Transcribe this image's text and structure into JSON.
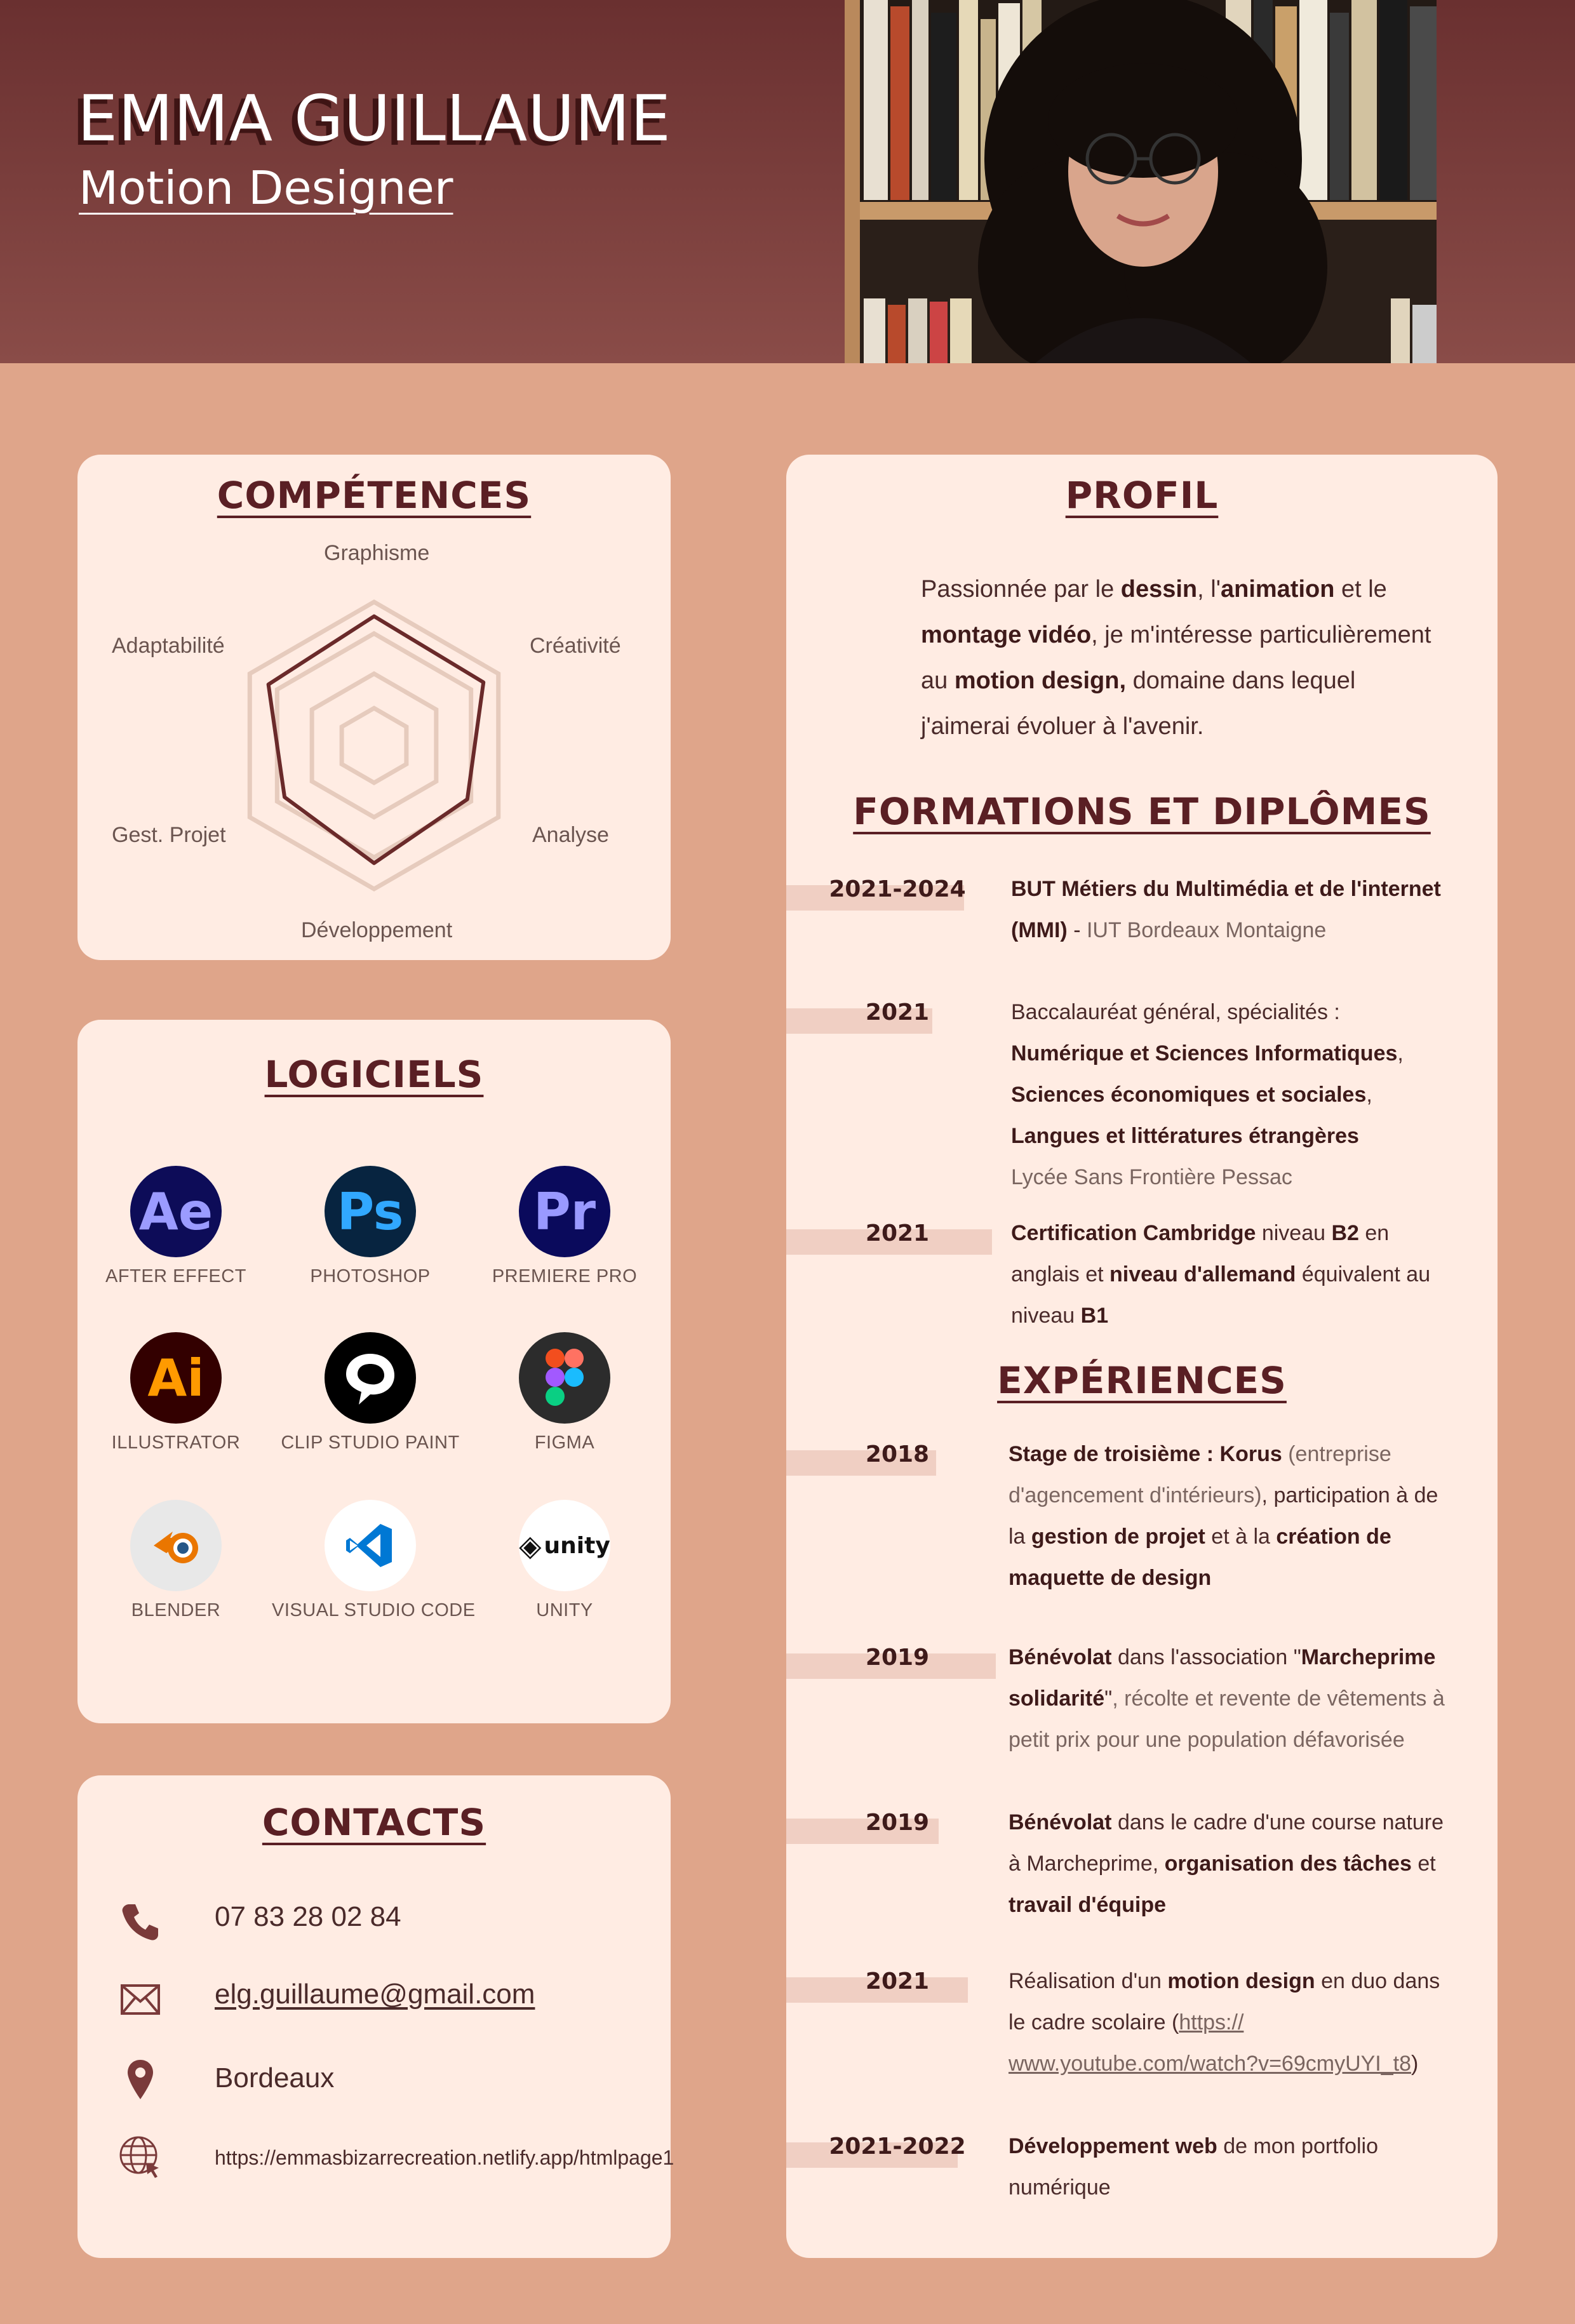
{
  "header": {
    "name": "EMMA GUILLAUME",
    "role": "Motion Designer"
  },
  "competences": {
    "title": "COMPÉTENCES",
    "axes": [
      "Graphisme",
      "Créativité",
      "Analyse",
      "Développement",
      "Gest. Projet",
      "Adaptabilité"
    ],
    "levels": [
      0.9,
      0.88,
      0.75,
      0.82,
      0.72,
      0.85
    ]
  },
  "logiciels": {
    "title": "LOGICIELS",
    "items": [
      {
        "label": "AFTER EFFECT",
        "abbr": "Ae",
        "icon": "after-effects-icon"
      },
      {
        "label": "PHOTOSHOP",
        "abbr": "Ps",
        "icon": "photoshop-icon"
      },
      {
        "label": "PREMIERE PRO",
        "abbr": "Pr",
        "icon": "premiere-pro-icon"
      },
      {
        "label": "ILLUSTRATOR",
        "abbr": "Ai",
        "icon": "illustrator-icon"
      },
      {
        "label": "CLIP STUDIO PAINT",
        "abbr": "",
        "icon": "clip-studio-paint-icon"
      },
      {
        "label": "FIGMA",
        "abbr": "",
        "icon": "figma-icon"
      },
      {
        "label": "BLENDER",
        "abbr": "",
        "icon": "blender-icon"
      },
      {
        "label": "VISUAL STUDIO CODE",
        "abbr": "",
        "icon": "vscode-icon"
      },
      {
        "label": "UNITY",
        "abbr": "unity",
        "icon": "unity-icon"
      }
    ]
  },
  "contacts": {
    "title": "CONTACTS",
    "phone": "07 83 28 02 84",
    "email": "elg.guillaume@gmail.com",
    "city": "Bordeaux",
    "website": "https://emmasbizarrecreation.netlify.app/htmlpage1"
  },
  "profil": {
    "title": "PROFIL",
    "text": [
      {
        "t": "Passionnée par le ",
        "b": false
      },
      {
        "t": "dessin",
        "b": true
      },
      {
        "t": ", l'",
        "b": false
      },
      {
        "t": "animation",
        "b": true
      },
      {
        "t": " et le ",
        "b": false
      },
      {
        "t": "montage vidéo",
        "b": true
      },
      {
        "t": ", je m'intéresse particulièrement au ",
        "b": false
      },
      {
        "t": "motion design,",
        "b": true
      },
      {
        "t": " domaine dans lequel j'aimerai évoluer à l'avenir.",
        "b": false
      }
    ]
  },
  "formations": {
    "title": "FORMATIONS ET DIPLÔMES",
    "items": [
      {
        "year": "2021-2024",
        "parts": [
          {
            "t": "BUT Métiers du Multimédia et de l'internet (MMI)",
            "s": "b"
          },
          {
            "t": " - ",
            "s": "n"
          },
          {
            "t": "IUT Bordeaux Montaigne",
            "s": "l"
          }
        ]
      },
      {
        "year": "2021",
        "parts": [
          {
            "t": "Baccalauréat général, spécialités :",
            "s": "n",
            "br": true
          },
          {
            "t": "Numérique et Sciences Informatiques",
            "s": "b"
          },
          {
            "t": ",",
            "s": "n",
            "br": true
          },
          {
            "t": "Sciences économiques et sociales",
            "s": "b"
          },
          {
            "t": ",",
            "s": "n",
            "br": true
          },
          {
            "t": "Langues et littératures étrangères",
            "s": "b",
            "br": true
          },
          {
            "t": "Lycée Sans Frontière Pessac",
            "s": "l"
          }
        ]
      },
      {
        "year": "2021",
        "parts": [
          {
            "t": "Certification Cambridge",
            "s": "b"
          },
          {
            "t": " niveau ",
            "s": "n"
          },
          {
            "t": "B2",
            "s": "b"
          },
          {
            "t": " en anglais et ",
            "s": "n"
          },
          {
            "t": "niveau d'allemand",
            "s": "b"
          },
          {
            "t": " équivalent au niveau ",
            "s": "n"
          },
          {
            "t": "B1",
            "s": "b"
          }
        ]
      }
    ]
  },
  "experiences": {
    "title": "EXPÉRIENCES",
    "items": [
      {
        "year": "2018",
        "parts": [
          {
            "t": "Stage de troisième : Korus",
            "s": "b"
          },
          {
            "t": " (entreprise d'agencement d'intérieurs)",
            "s": "l"
          },
          {
            "t": ", participation à de la ",
            "s": "n"
          },
          {
            "t": "gestion de projet",
            "s": "b"
          },
          {
            "t": " et à la ",
            "s": "n"
          },
          {
            "t": "création de maquette de design",
            "s": "b"
          }
        ]
      },
      {
        "year": "2019",
        "parts": [
          {
            "t": "Bénévolat",
            "s": "b"
          },
          {
            "t": " dans l'association \"",
            "s": "n"
          },
          {
            "t": "Marcheprime solidarité",
            "s": "b"
          },
          {
            "t": "\"",
            "s": "n"
          },
          {
            "t": ", récolte et revente de vêtements à petit prix pour une population défavorisée",
            "s": "l"
          }
        ]
      },
      {
        "year": "2019",
        "parts": [
          {
            "t": "Bénévolat",
            "s": "b"
          },
          {
            "t": "  dans le cadre d'une course nature à Marcheprime, ",
            "s": "n"
          },
          {
            "t": "organisation des tâches",
            "s": "b"
          },
          {
            "t": " et ",
            "s": "n"
          },
          {
            "t": "travail d'équipe",
            "s": "b"
          }
        ]
      },
      {
        "year": "2021",
        "parts": [
          {
            "t": "Réalisation d'un ",
            "s": "n"
          },
          {
            "t": "motion design",
            "s": "b"
          },
          {
            "t": " en duo dans le cadre scolaire (",
            "s": "n"
          },
          {
            "t": "https:// www.youtube.com/watch?v=69cmyUYI_t8",
            "s": "u"
          },
          {
            "t": ")",
            "s": "n"
          }
        ]
      },
      {
        "year": "2021-2022",
        "parts": [
          {
            "t": "Développement web",
            "s": "b"
          },
          {
            "t": " de mon portfolio numérique",
            "s": "n"
          }
        ]
      }
    ]
  },
  "colors": {
    "header_dark": "#6a3030",
    "accent": "#5a1f24",
    "background": "#dfa58a",
    "card": "#ffece3"
  }
}
